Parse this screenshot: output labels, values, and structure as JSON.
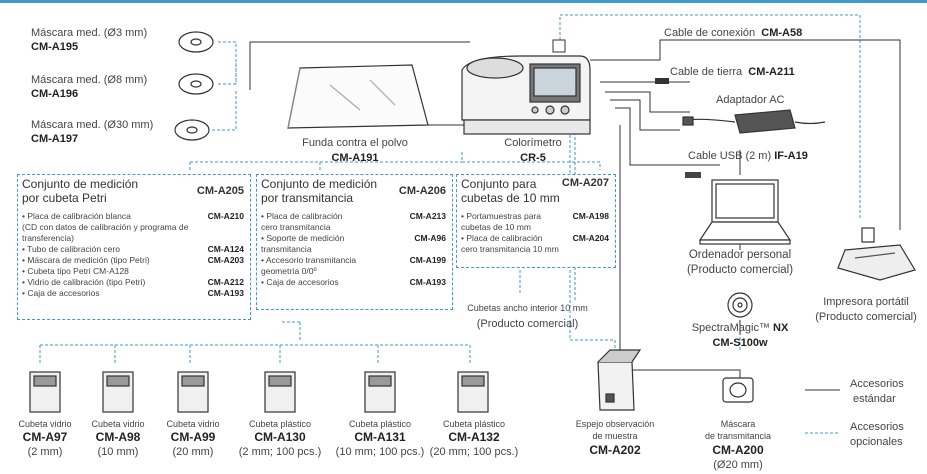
{
  "colors": {
    "accent": "#3d9ad1",
    "line": "#333333"
  },
  "masks": [
    {
      "name": "Máscara med. (Ø3 mm)",
      "code": "CM-A195"
    },
    {
      "name": "Máscara med. (Ø8 mm)",
      "code": "CM-A196"
    },
    {
      "name": "Máscara med. (Ø30 mm)",
      "code": "CM-A197"
    }
  ],
  "dust_cover": {
    "name": "Funda contra el polvo",
    "code": "CM-A191"
  },
  "colorimeter": {
    "name": "Colorímetro",
    "code": "CR-5"
  },
  "cable_conn": {
    "name": "Cable de conexión",
    "code": "CM-A58"
  },
  "cable_ground": {
    "name": "Cable de tierra",
    "code": "CM-A211"
  },
  "ac_adapter": {
    "name": "Adaptador AC"
  },
  "usb_cable": {
    "name": "Cable USB (2 m)",
    "code": "IF-A19"
  },
  "pc": {
    "line1": "Ordenador personal",
    "line2": "(Producto comercial)"
  },
  "software": {
    "name": "SpectraMagic™",
    "name_bold": "NX",
    "code": "CM-S100w"
  },
  "printer": {
    "line1": "Impresora portátil",
    "line2": "(Producto comercial)"
  },
  "kit_petri": {
    "title1": "Conjunto de medición",
    "title2": "por cubeta Petri",
    "code": "CM-A205",
    "rows": [
      {
        "t": "• Placa de calibración blanca",
        "c": "CM-A210"
      },
      {
        "t": "(CD con datos de calibración y programa de",
        "c": ""
      },
      {
        "t": "transferencia)",
        "c": ""
      },
      {
        "t": "• Tubo de calibración cero",
        "c": "CM-A124"
      },
      {
        "t": "• Máscara de medición (tipo Petri)",
        "c": "CM-A203"
      },
      {
        "t": "• Cubeta tipo Petri CM-A128",
        "c": ""
      },
      {
        "t": "• Vidrio de calibración (tipo Petri)",
        "c": "CM-A212"
      },
      {
        "t": "• Caja de accesorios",
        "c": "CM-A193"
      }
    ]
  },
  "kit_trans": {
    "title1": "Conjunto de medición",
    "title2": "por transmitancia",
    "code": "CM-A206",
    "rows": [
      {
        "t": "• Placa de calibración",
        "c": "CM-A213"
      },
      {
        "t": "cero transmitancia",
        "c": ""
      },
      {
        "t": "• Soporte de medición",
        "c": "CM-A96"
      },
      {
        "t": "transmitancia",
        "c": ""
      },
      {
        "t": "• Accesorio transmitancia",
        "c": "CM-A199"
      },
      {
        "t": "geometría 0/0º",
        "c": ""
      },
      {
        "t": "• Caja de accesorios",
        "c": "CM-A193"
      }
    ]
  },
  "kit_cuvette": {
    "title1": "Conjunto para",
    "title2": "cubetas de 10 mm",
    "code": "CM-A207",
    "rows": [
      {
        "t": "• Portamuestras para",
        "c": "CM-A198"
      },
      {
        "t": "cubetas de 10 mm",
        "c": ""
      },
      {
        "t": "• Placa de calibración",
        "c": "CM-A204"
      },
      {
        "t": "cero transmitancia 10 mm",
        "c": ""
      }
    ]
  },
  "cuvette_note": {
    "line1": "Cubetas ancho interior 10 mm",
    "line2": "(Producto comercial)"
  },
  "cells": [
    {
      "n": "Cubeta vidrio",
      "c": "CM-A97",
      "s": "(2 mm)"
    },
    {
      "n": "Cubeta vidrio",
      "c": "CM-A98",
      "s": "(10 mm)"
    },
    {
      "n": "Cubeta vidrio",
      "c": "CM-A99",
      "s": "(20 mm)"
    },
    {
      "n": "Cubeta plástico",
      "c": "CM-A130",
      "s": "(2 mm; 100 pcs.)"
    },
    {
      "n": "Cubeta plástico",
      "c": "CM-A131",
      "s": "(10 mm; 100 pcs.)"
    },
    {
      "n": "Cubeta plástico",
      "c": "CM-A132",
      "s": "(20 mm; 100 pcs.)"
    }
  ],
  "mirror": {
    "l1": "Espejo observación",
    "l2": "de muestra",
    "code": "CM-A202"
  },
  "trans_mask": {
    "l1": "Máscara",
    "l2": "de transmitancia",
    "code": "CM-A200",
    "size": "(Ø20 mm)"
  },
  "legend": {
    "standard": [
      "Accesorios",
      "estándar"
    ],
    "optional": [
      "Accesorios",
      "opcionales"
    ]
  }
}
